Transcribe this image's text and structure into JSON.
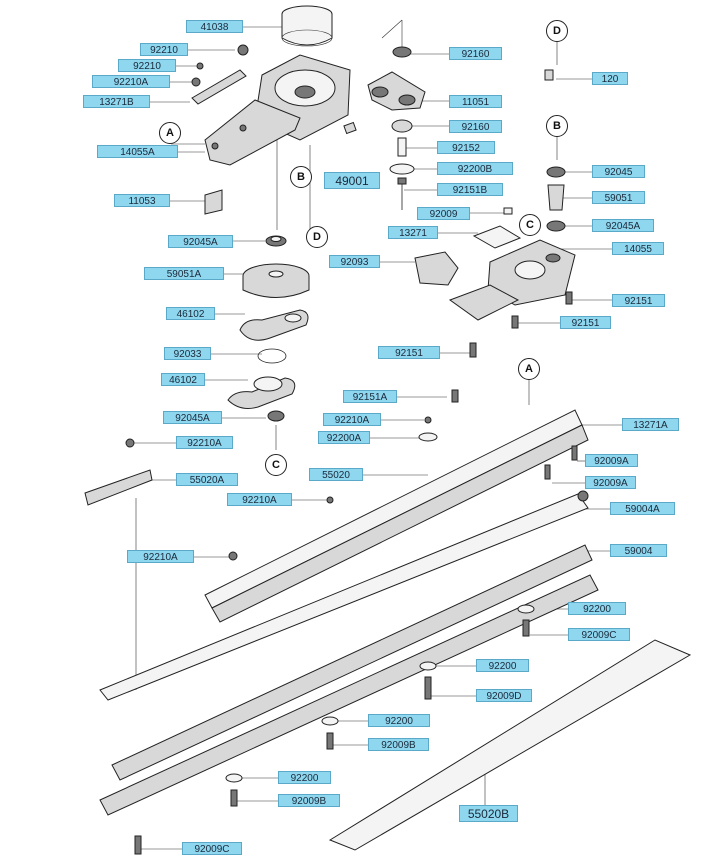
{
  "diagram": {
    "labels": {
      "l41038": "41038",
      "l92210_a": "92210",
      "l92210_b": "92210",
      "l92210A_a": "92210A",
      "l13271B": "13271B",
      "l14055A": "14055A",
      "l11053": "11053",
      "l49001": "49001",
      "l92045A_a": "92045A",
      "l59051A": "59051A",
      "l46102_a": "46102",
      "l92033": "92033",
      "l46102_b": "46102",
      "l92045A_b": "92045A",
      "l92160_a": "92160",
      "l11051": "11051",
      "l92160_b": "92160",
      "l92152": "92152",
      "l92200B": "92200B",
      "l92151B": "92151B",
      "l120": "120",
      "l92045": "92045",
      "l59051": "59051",
      "l92009": "92009",
      "l92045A_c": "92045A",
      "l13271": "13271",
      "l14055": "14055",
      "l92093": "92093",
      "l92151_a": "92151",
      "l92151_b": "92151",
      "l92151_c": "92151",
      "l92151A": "92151A",
      "l92210A_b": "92210A",
      "l92200A": "92200A",
      "l92210A_c": "92210A",
      "l13271A": "13271A",
      "l55020": "55020",
      "l92009A_a": "92009A",
      "l55020A": "55020A",
      "l92009A_b": "92009A",
      "l92210A_d": "92210A",
      "l59004A": "59004A",
      "l92210A_e": "92210A",
      "l59004": "59004",
      "l92200_a": "92200",
      "l92009C_a": "92009C",
      "l92200_b": "92200",
      "l92009D": "92009D",
      "l92200_c": "92200",
      "l92009B_a": "92009B",
      "l92200_d": "92200",
      "l92009B_b": "92009B",
      "l92009C_b": "92009C",
      "l55020B": "55020B"
    },
    "callouts": {
      "A_top": "A",
      "B_top": "B",
      "D_top": "D",
      "D_right": "D",
      "B_right": "B",
      "C_right": "C",
      "C_bottom": "C",
      "A_blade": "A"
    }
  }
}
